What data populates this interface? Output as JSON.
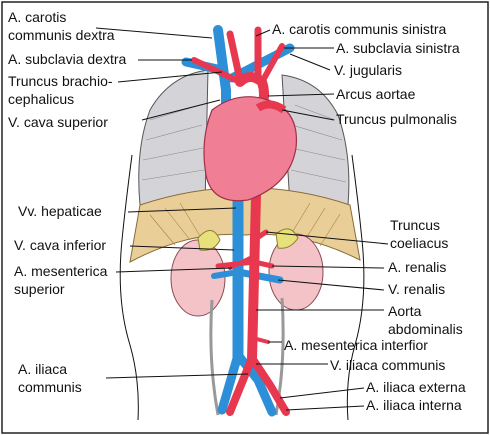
{
  "labels": {
    "a_carotis_communis_dextra_l1": "A. carotis",
    "a_carotis_communis_dextra_l2": "communis dextra",
    "a_subclavia_dextra": "A. subclavia dextra",
    "truncus_brachiocephalicus_l1": "Truncus brachio-",
    "truncus_brachiocephalicus_l2": "cephalicus",
    "v_cava_superior": "V. cava superior",
    "a_carotis_communis_sinistra": "A. carotis communis sinistra",
    "a_subclavia_sinistra": "A. subclavia sinistra",
    "v_jugularis": "V. jugularis",
    "arcus_aortae": "Arcus aortae",
    "truncus_pulmonalis": "Truncus pulmonalis",
    "vv_hepaticae": "Vv. hepaticae",
    "v_cava_inferior": "V. cava inferior",
    "a_mesenterica_superior_l1": "A. mesenterica",
    "a_mesenterica_superior_l2": "superior",
    "truncus_coeliacus_l1": "Truncus",
    "truncus_coeliacus_l2": "coeliacus",
    "a_renalis": "A. renalis",
    "v_renalis": "V. renalis",
    "aorta_abdominalis_l1": "Aorta",
    "aorta_abdominalis_l2": "abdominalis",
    "a_mesenterica_inferior": "A. mesenterica interfior",
    "a_iliaca_communis_l1": "A. iliaca",
    "a_iliaca_communis_l2": "communis",
    "v_iliaca_communis": "V. iliaca communis",
    "a_iliaca_externa": "A. iliaca externa",
    "a_iliaca_interna": "A. iliaca interna"
  },
  "colors": {
    "artery": "#e8384f",
    "vein": "#2d8fd8",
    "heart": "#f07e95",
    "lung": "#d4d4d8",
    "diaphragm": "#e9cf97",
    "kidney": "#f3c3c8",
    "adrenal": "#e8e07a"
  }
}
